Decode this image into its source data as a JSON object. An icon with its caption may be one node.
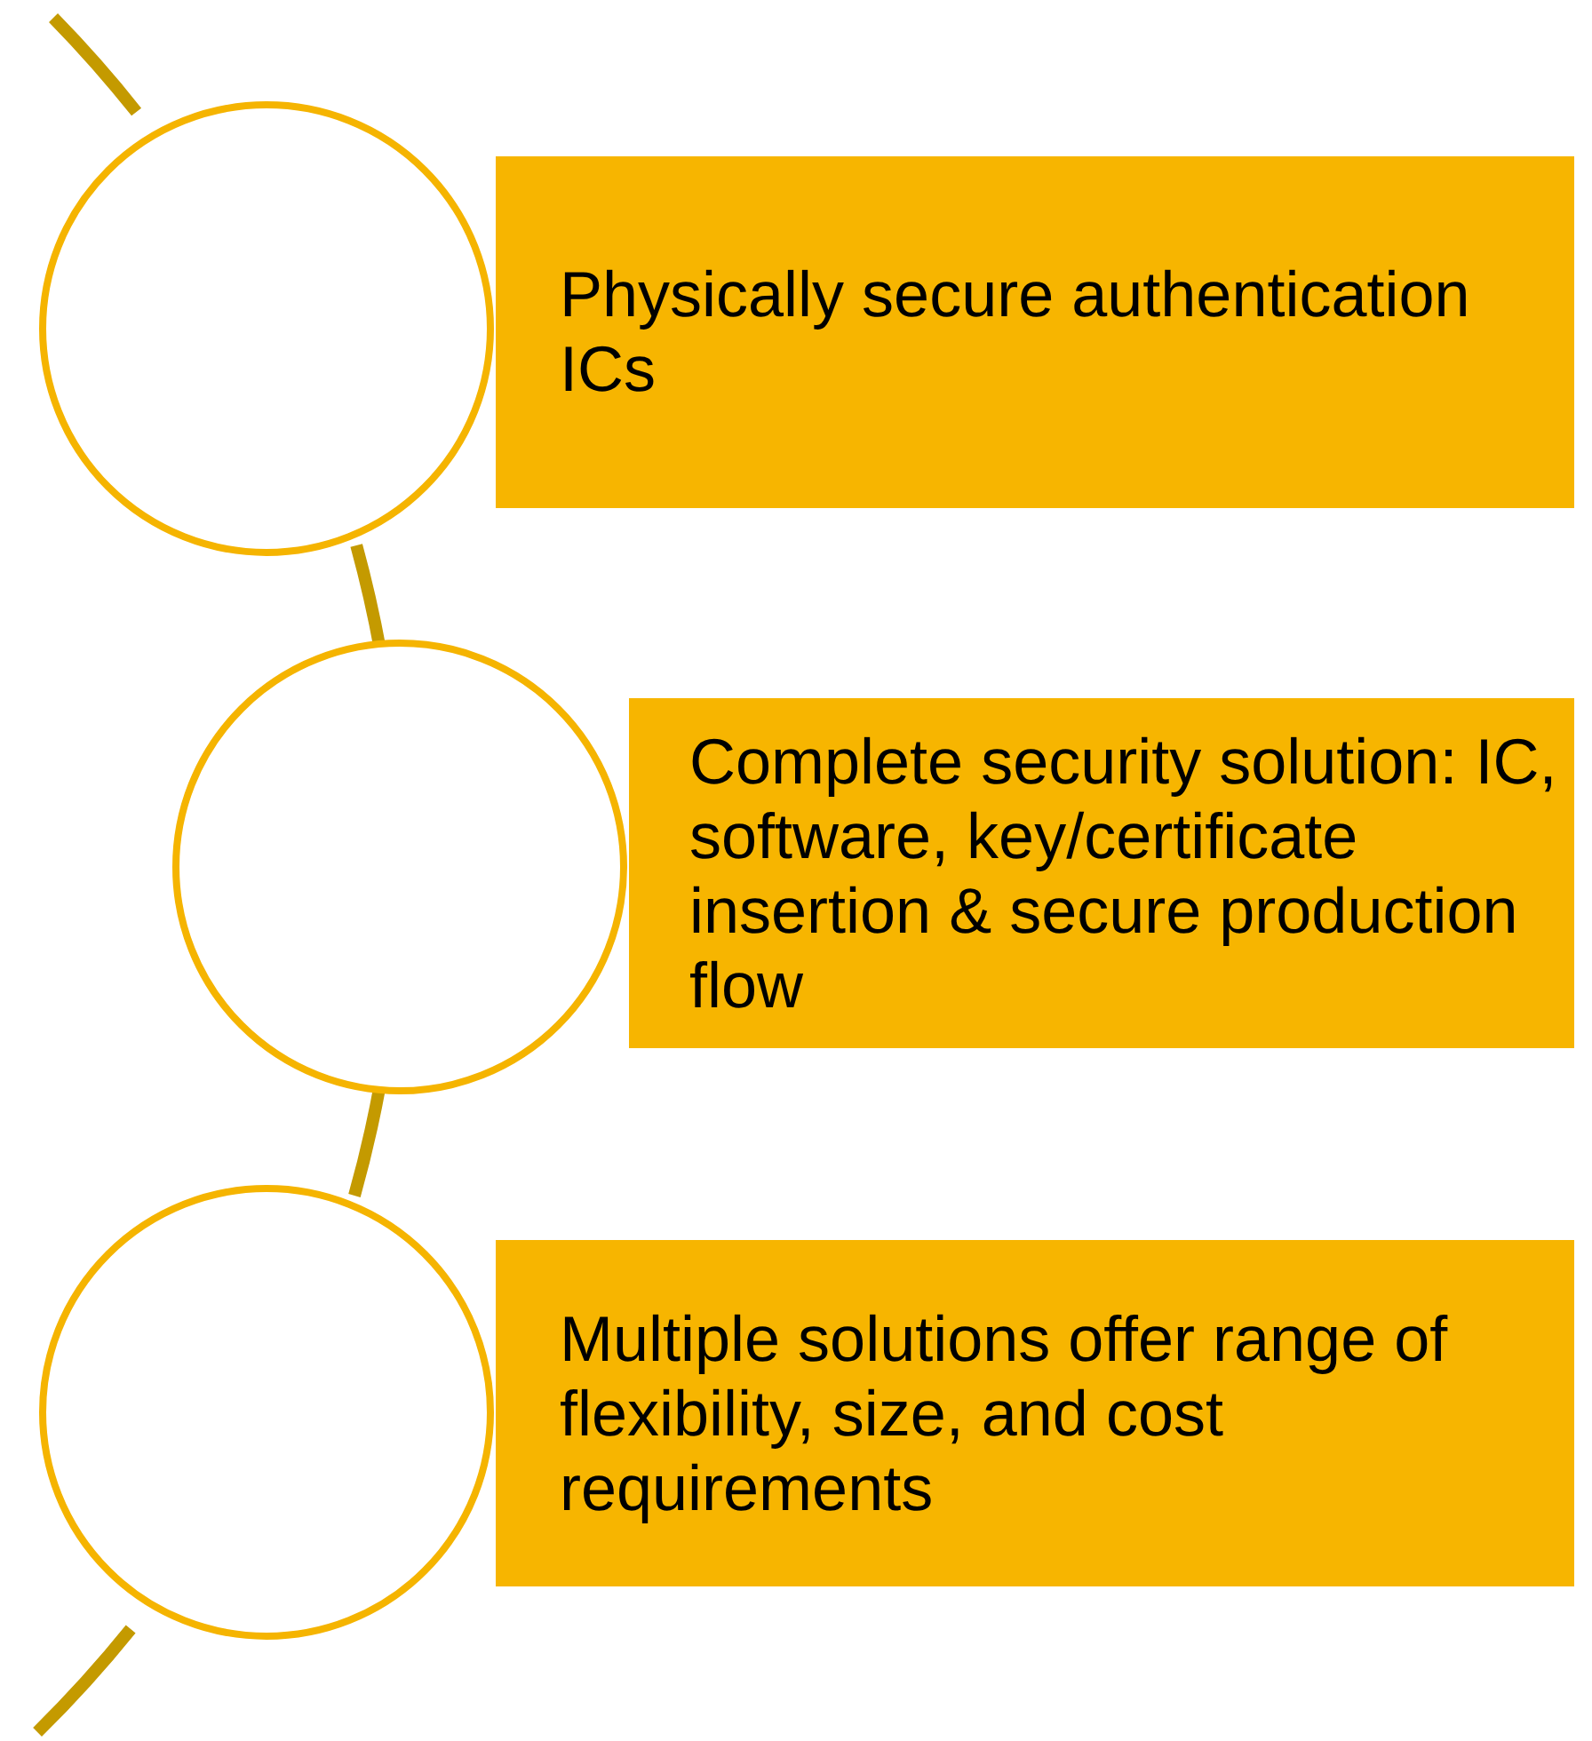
{
  "diagram": {
    "nodes": [
      {
        "text": [],
        "shape": "circle"
      },
      {
        "text": [
          "Physically secure authentication ICs"
        ]
      },
      {
        "text": [],
        "shape": "circle"
      },
      {
        "text": [
          "Complete security solution: IC, software, key/certificate insertion & secure production flow"
        ]
      },
      {
        "text": [],
        "shape": "circle"
      },
      {
        "text": [
          "Multiple solutions offer range of flexibility, size, and cost requirements"
        ]
      }
    ],
    "edges": [
      {
        "from": null,
        "to": 0,
        "arrow": "none"
      },
      {
        "from": 0,
        "to": 2,
        "arrow": "none"
      },
      {
        "from": 2,
        "to": 4,
        "arrow": "none"
      },
      {
        "from": 4,
        "to": null,
        "arrow": "none"
      }
    ]
  }
}
